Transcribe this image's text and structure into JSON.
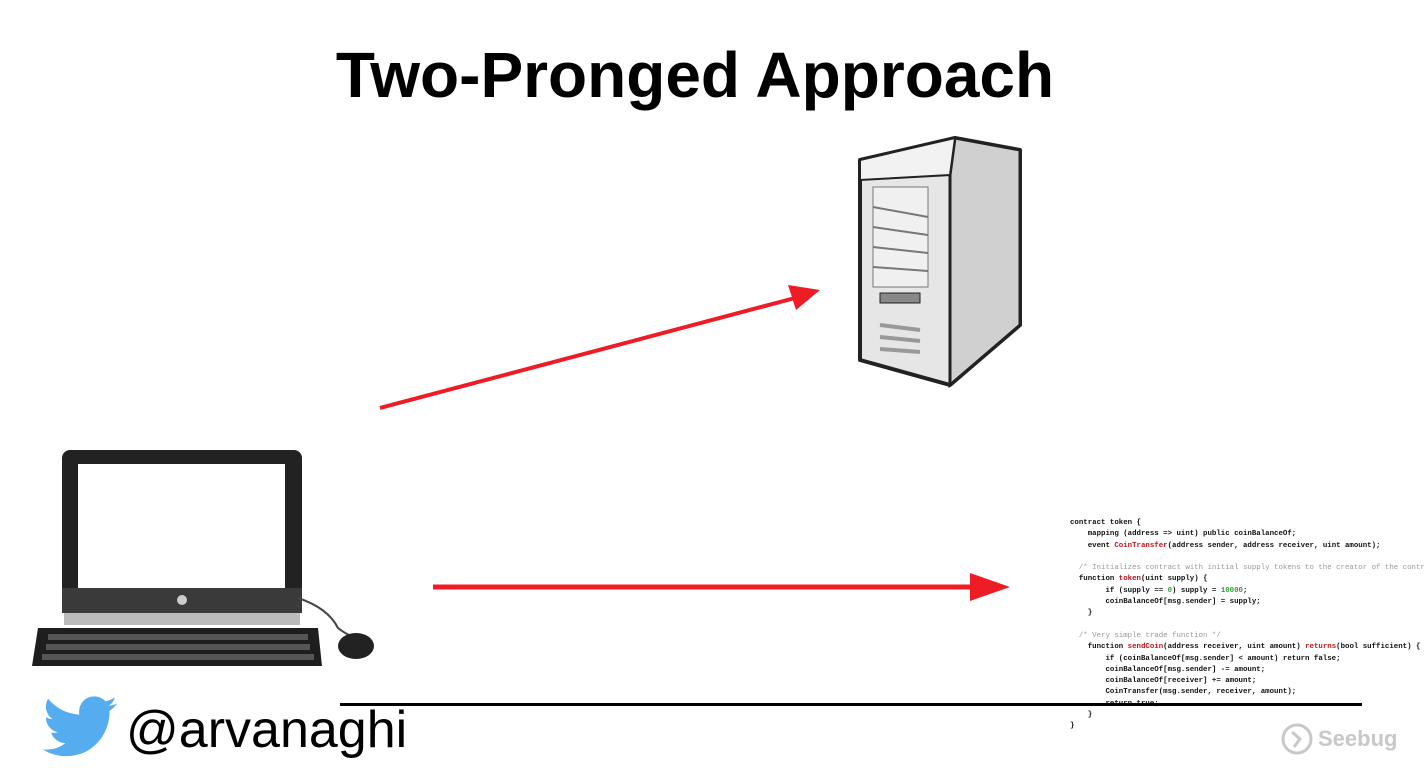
{
  "title": "Two-Pronged Approach",
  "handle": "@arvanaghi",
  "watermark": "Seebug",
  "colors": {
    "arrow": "#ee1c25",
    "keyword": "#c0141c",
    "number": "#2aa02a",
    "comment": "#999999"
  },
  "code": [
    [
      {
        "t": "contract token {"
      }
    ],
    [
      {
        "t": "    mapping (address => uint) public coinBalanceOf;"
      }
    ],
    [
      {
        "t": "    event "
      },
      {
        "t": "CoinTransfer",
        "c": "red"
      },
      {
        "t": "(address sender, address receiver, uint amount);"
      }
    ],
    [
      {
        "t": ""
      }
    ],
    [
      {
        "t": "  /* Initializes contract with initial supply tokens to the creator of the contract */",
        "c": "gray"
      }
    ],
    [
      {
        "t": "  function "
      },
      {
        "t": "token",
        "c": "red"
      },
      {
        "t": "(uint supply) {"
      }
    ],
    [
      {
        "t": "        if (supply == "
      },
      {
        "t": "0",
        "c": "green"
      },
      {
        "t": ") supply = "
      },
      {
        "t": "10000",
        "c": "green"
      },
      {
        "t": ";"
      }
    ],
    [
      {
        "t": "        coinBalanceOf[msg.sender] = supply;"
      }
    ],
    [
      {
        "t": "    }"
      }
    ],
    [
      {
        "t": ""
      }
    ],
    [
      {
        "t": "  /* Very simple trade function */",
        "c": "gray"
      }
    ],
    [
      {
        "t": "    function "
      },
      {
        "t": "sendCoin",
        "c": "red"
      },
      {
        "t": "(address receiver, uint amount) "
      },
      {
        "t": "returns",
        "c": "red"
      },
      {
        "t": "(bool sufficient) {"
      }
    ],
    [
      {
        "t": "        if (coinBalanceOf[msg.sender] < amount) return false;"
      }
    ],
    [
      {
        "t": "        coinBalanceOf[msg.sender] -= amount;"
      }
    ],
    [
      {
        "t": "        coinBalanceOf[receiver] += amount;"
      }
    ],
    [
      {
        "t": "        CoinTransfer(msg.sender, receiver, amount);"
      }
    ],
    [
      {
        "t": "        return true;"
      }
    ],
    [
      {
        "t": "    }"
      }
    ],
    [
      {
        "t": "}"
      }
    ]
  ]
}
